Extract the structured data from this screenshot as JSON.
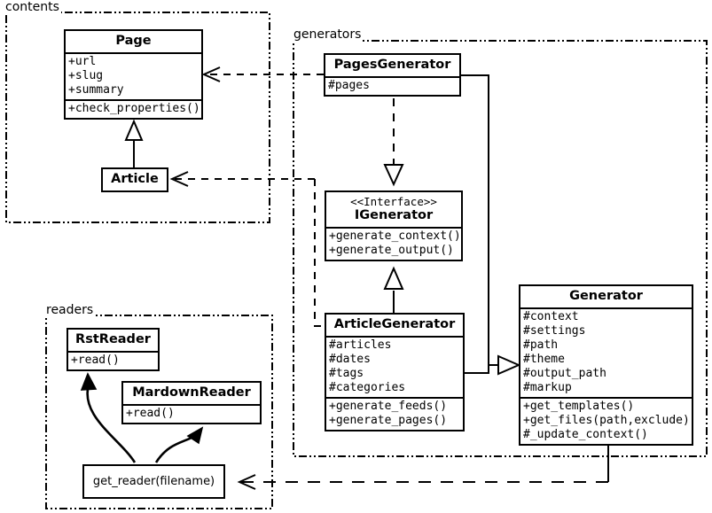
{
  "diagram": {
    "type": "uml-class-diagram",
    "title": "",
    "background": "#ffffff",
    "line_color": "#000000"
  },
  "packages": [
    {
      "id": "contents",
      "label": "contents"
    },
    {
      "id": "generators",
      "label": "generators"
    },
    {
      "id": "readers",
      "label": "readers"
    }
  ],
  "classes": {
    "page": {
      "name": "Page",
      "stereotype": "",
      "attributes": [
        "+url",
        "+slug",
        "+summary"
      ],
      "methods": [
        "+check_properties()"
      ]
    },
    "article": {
      "name": "Article",
      "stereotype": "",
      "attributes": [],
      "methods": []
    },
    "pages_generator": {
      "name": "PagesGenerator",
      "stereotype": "",
      "attributes": [
        "#pages"
      ],
      "methods": []
    },
    "igenerator": {
      "name": "IGenerator",
      "stereotype": "<<Interface>>",
      "attributes": [],
      "methods": [
        "+generate_context()",
        "+generate_output()"
      ]
    },
    "article_generator": {
      "name": "ArticleGenerator",
      "stereotype": "",
      "attributes": [
        "#articles",
        "#dates",
        "#tags",
        "#categories"
      ],
      "methods": [
        "+generate_feeds()",
        "+generate_pages()"
      ]
    },
    "generator": {
      "name": "Generator",
      "stereotype": "",
      "attributes": [
        "#context",
        "#settings",
        "#path",
        "#theme",
        "#output_path",
        "#markup"
      ],
      "methods": [
        "+get_templates()",
        "+get_files(path,exclude)",
        "#_update_context()"
      ]
    },
    "get_reader": {
      "name": "get_reader(filename)",
      "stereotype": "",
      "attributes": [],
      "methods": []
    },
    "rst_reader": {
      "name": "RstReader",
      "stereotype": "",
      "attributes": [],
      "methods": [
        "+read()"
      ]
    },
    "mardown_reader": {
      "name": "MardownReader",
      "stereotype": "",
      "attributes": [],
      "methods": [
        "+read()"
      ]
    }
  },
  "relationships": [
    {
      "from": "article",
      "to": "page",
      "kind": "generalization"
    },
    {
      "from": "pages_generator",
      "to": "page",
      "kind": "dependency"
    },
    {
      "from": "pages_generator",
      "to": "igenerator",
      "kind": "realization"
    },
    {
      "from": "article_generator",
      "to": "igenerator",
      "kind": "generalization"
    },
    {
      "from": "pages_generator",
      "to": "generator",
      "kind": "generalization"
    },
    {
      "from": "article_generator",
      "to": "generator",
      "kind": "generalization"
    },
    {
      "from": "article_generator",
      "to": "article",
      "kind": "dependency"
    },
    {
      "from": "generator",
      "to": "get_reader",
      "kind": "dependency"
    },
    {
      "from": "get_reader",
      "to": "rst_reader",
      "kind": "association"
    },
    {
      "from": "get_reader",
      "to": "mardown_reader",
      "kind": "association"
    }
  ]
}
